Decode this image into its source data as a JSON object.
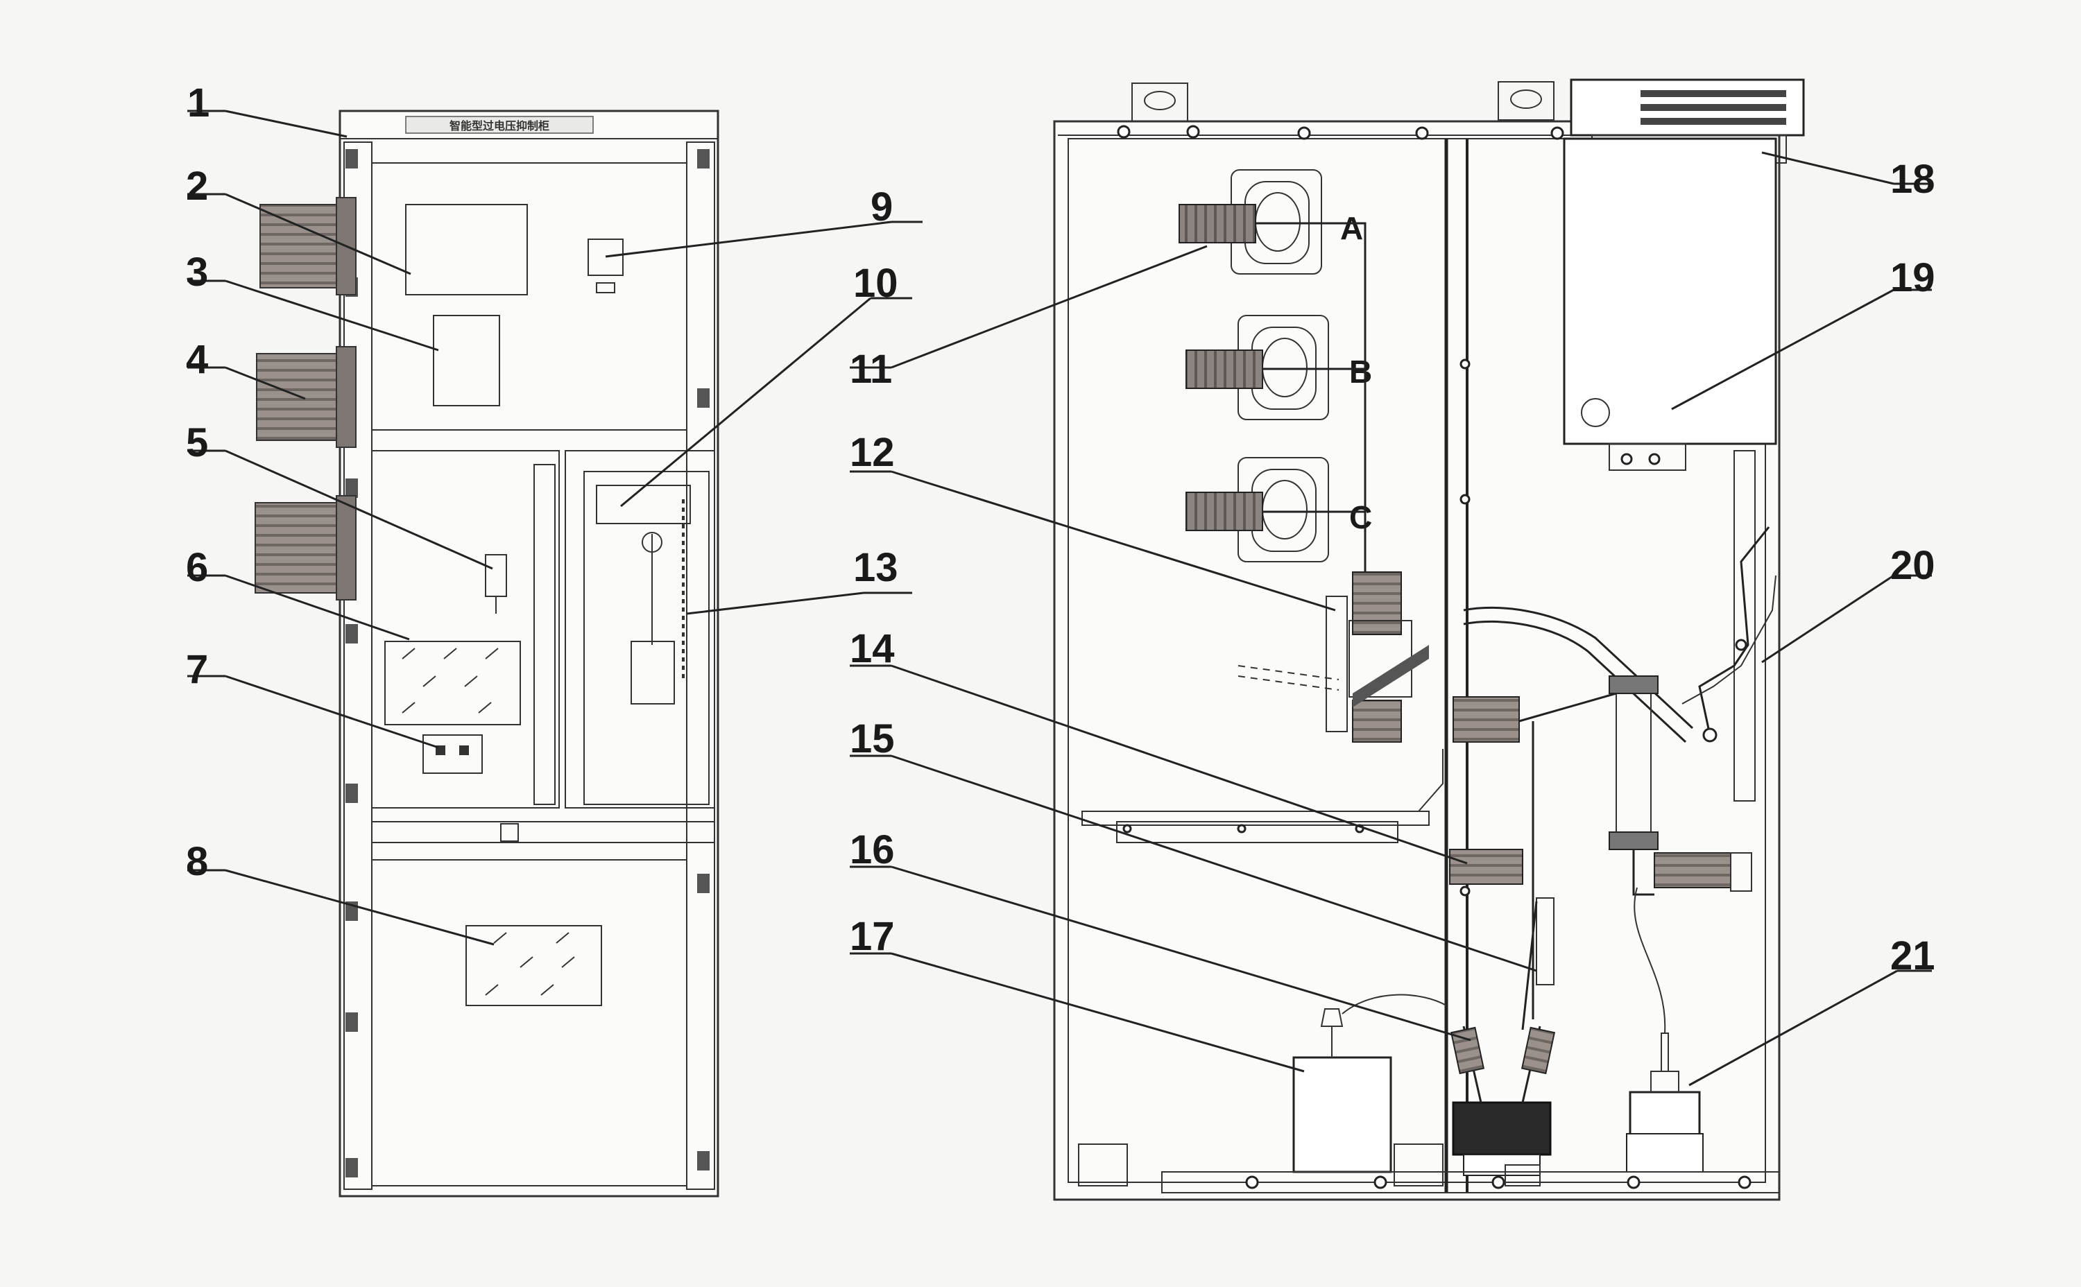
{
  "diagram": {
    "nameplate": "智能型过电压抑制柜",
    "phase_labels": [
      "A",
      "B",
      "C"
    ],
    "callouts": [
      "1",
      "2",
      "3",
      "4",
      "5",
      "6",
      "7",
      "8",
      "9",
      "10",
      "11",
      "12",
      "13",
      "14",
      "15",
      "16",
      "17",
      "18",
      "19",
      "20",
      "21"
    ]
  }
}
